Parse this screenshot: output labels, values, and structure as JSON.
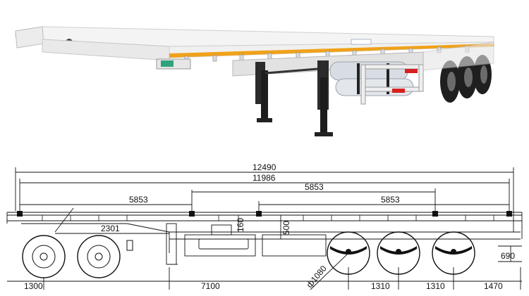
{
  "dimensions": {
    "overall_length": "12490",
    "deck_length": "11986",
    "twistlock_spacing_left": "5853",
    "twistlock_spacing_mid": "5853",
    "twistlock_spacing_right": "5853",
    "kingpin_to_landing_gear": "2301",
    "front_overhang": "1300",
    "kingpin_to_first_axle": "7100",
    "axle_spacing_1": "1310",
    "axle_spacing_2": "1310",
    "rear_overhang": "1470",
    "beam_height": "160",
    "side_height": "500",
    "deck_height_rear": "690",
    "tyre_diameter": "ф1080"
  },
  "colors": {
    "body": "#f2f2f2",
    "stripe": "#f0a21a",
    "tyre": "#1f1f1f",
    "reflector": "#d82020",
    "line": "#111111"
  }
}
